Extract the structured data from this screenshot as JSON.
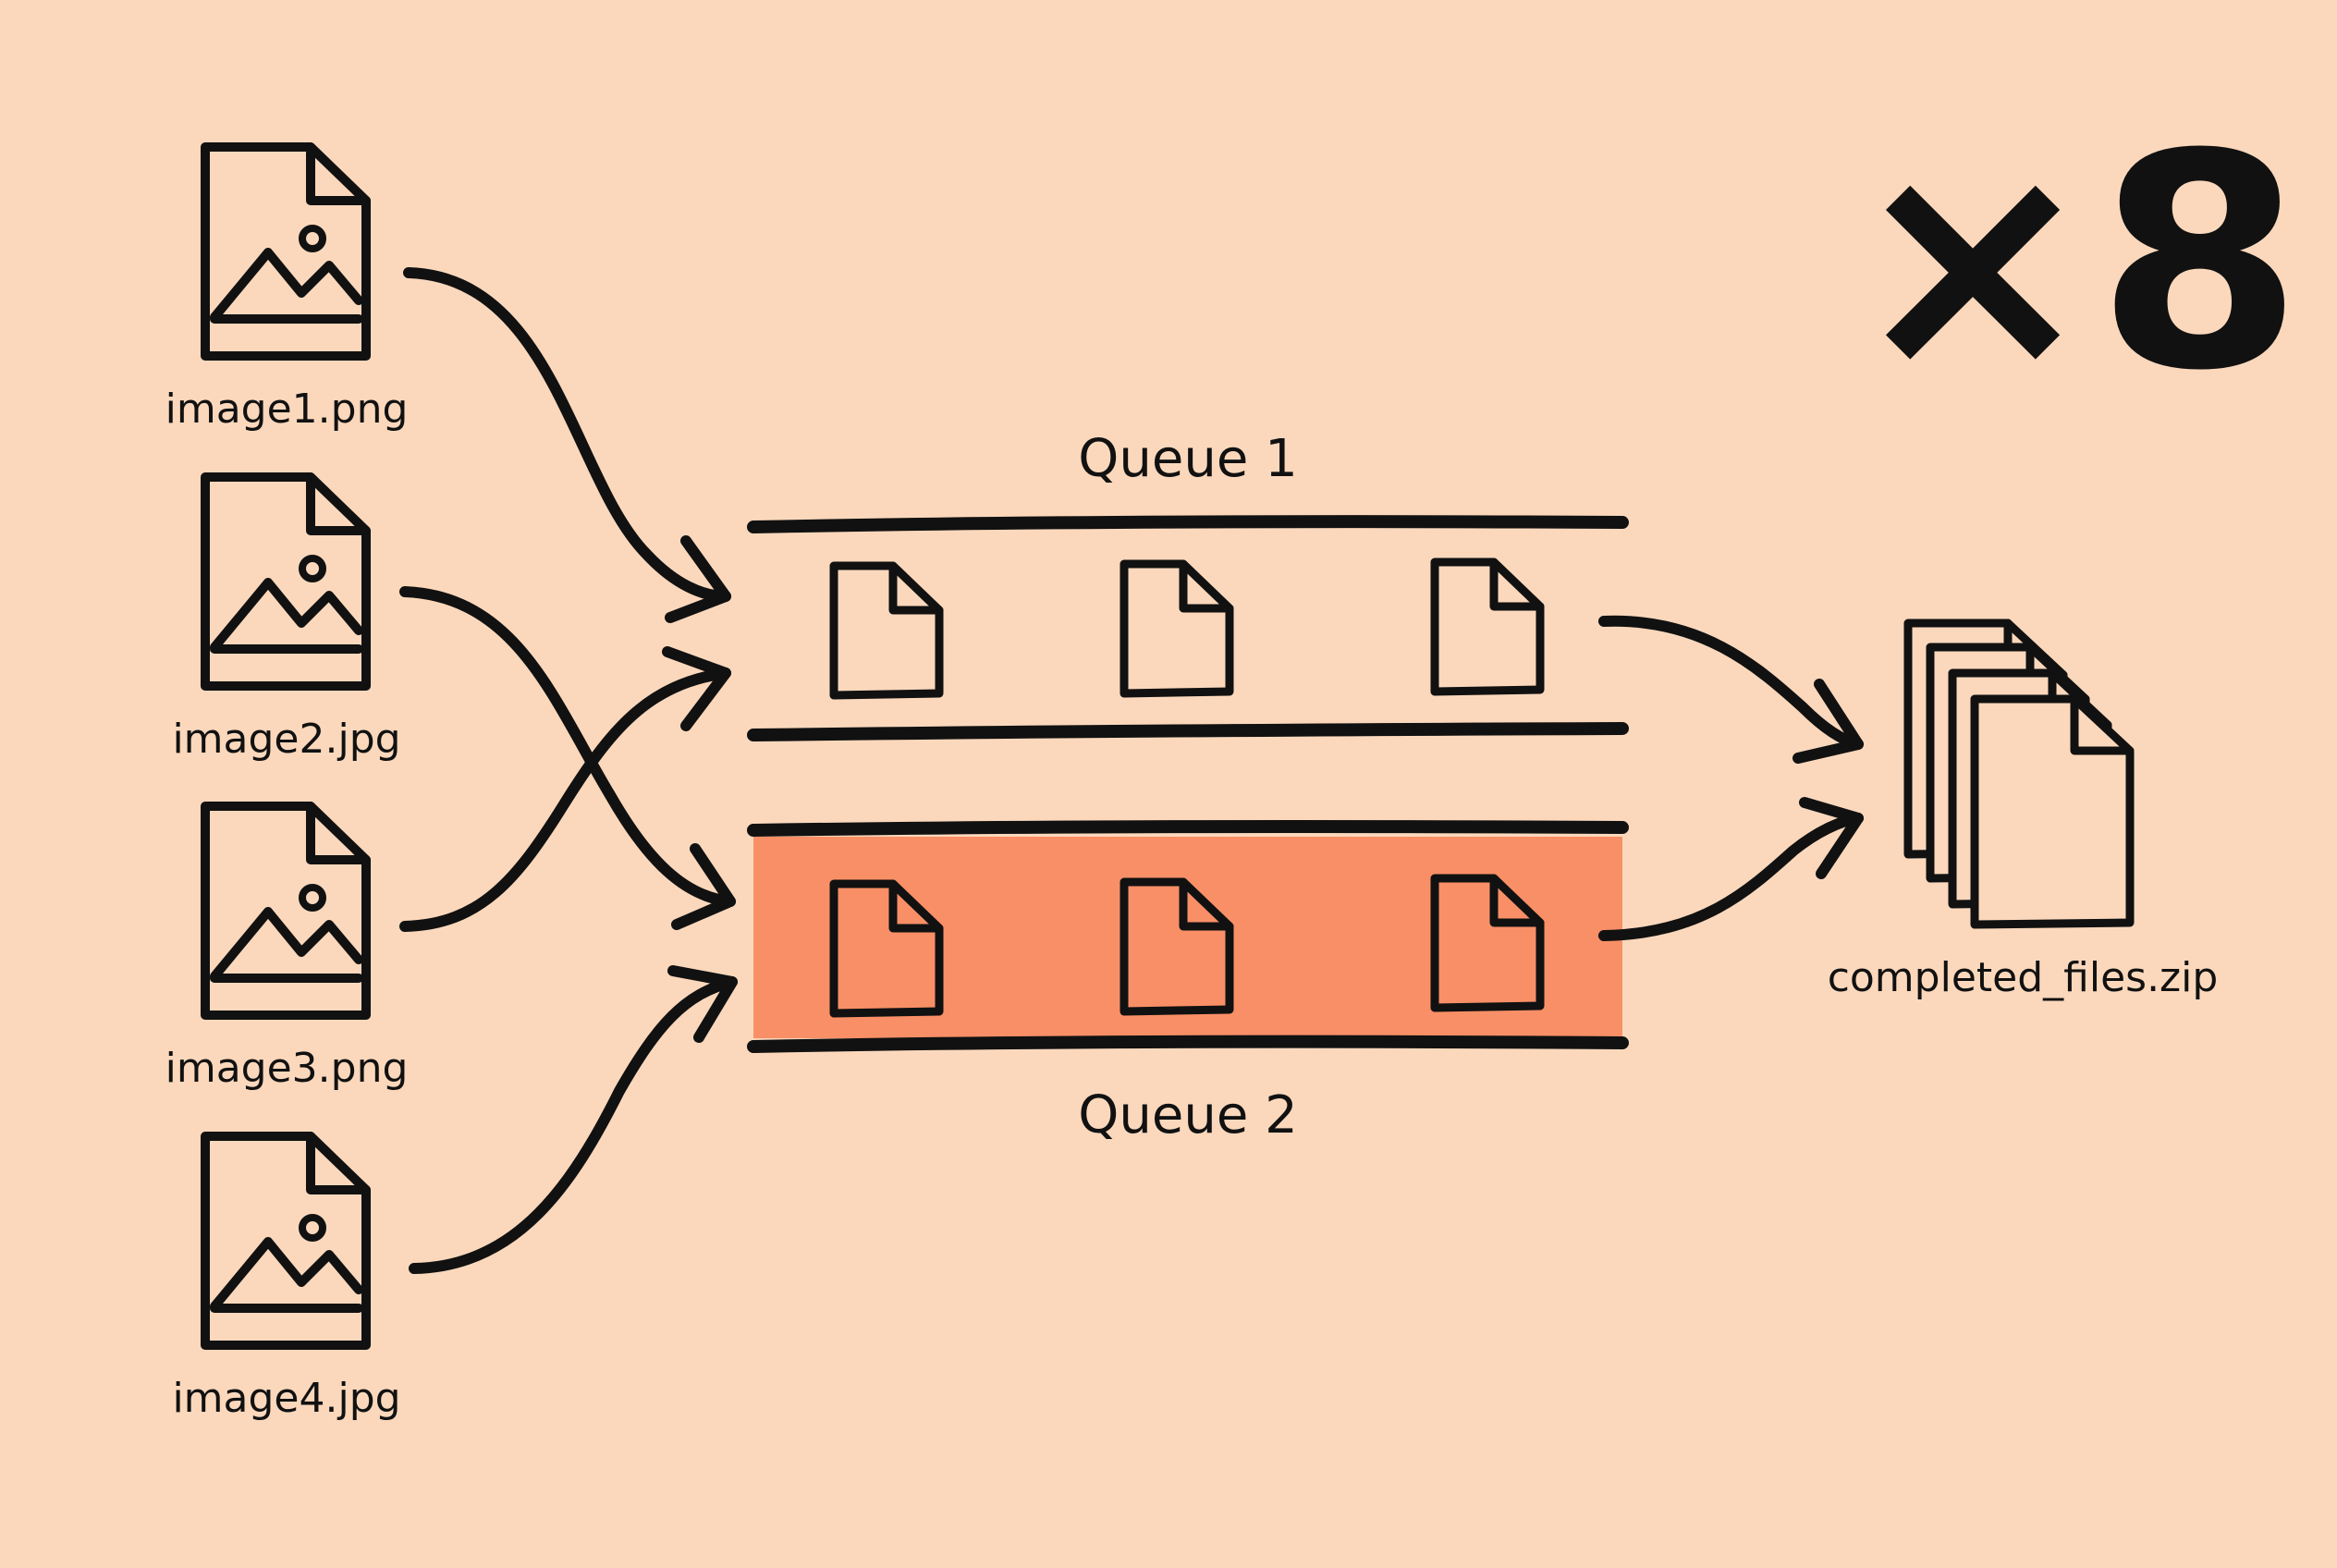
{
  "colors": {
    "background": "#fbd8bc",
    "ink": "#111111",
    "queue2_highlight": "#f98f66",
    "file_fill": "#fbd8bc"
  },
  "multiplier": {
    "text": "×8"
  },
  "inputs": [
    {
      "label": "image1.png",
      "icon": "image-file-icon"
    },
    {
      "label": "image2.jpg",
      "icon": "image-file-icon"
    },
    {
      "label": "image3.png",
      "icon": "image-file-icon"
    },
    {
      "label": "image4.jpg",
      "icon": "image-file-icon"
    }
  ],
  "queues": [
    {
      "label": "Queue 1",
      "items": 3,
      "highlighted": false
    },
    {
      "label": "Queue 2",
      "items": 3,
      "highlighted": true
    }
  ],
  "output": {
    "label": "completed_files.zip",
    "icon": "stacked-files-icon"
  }
}
